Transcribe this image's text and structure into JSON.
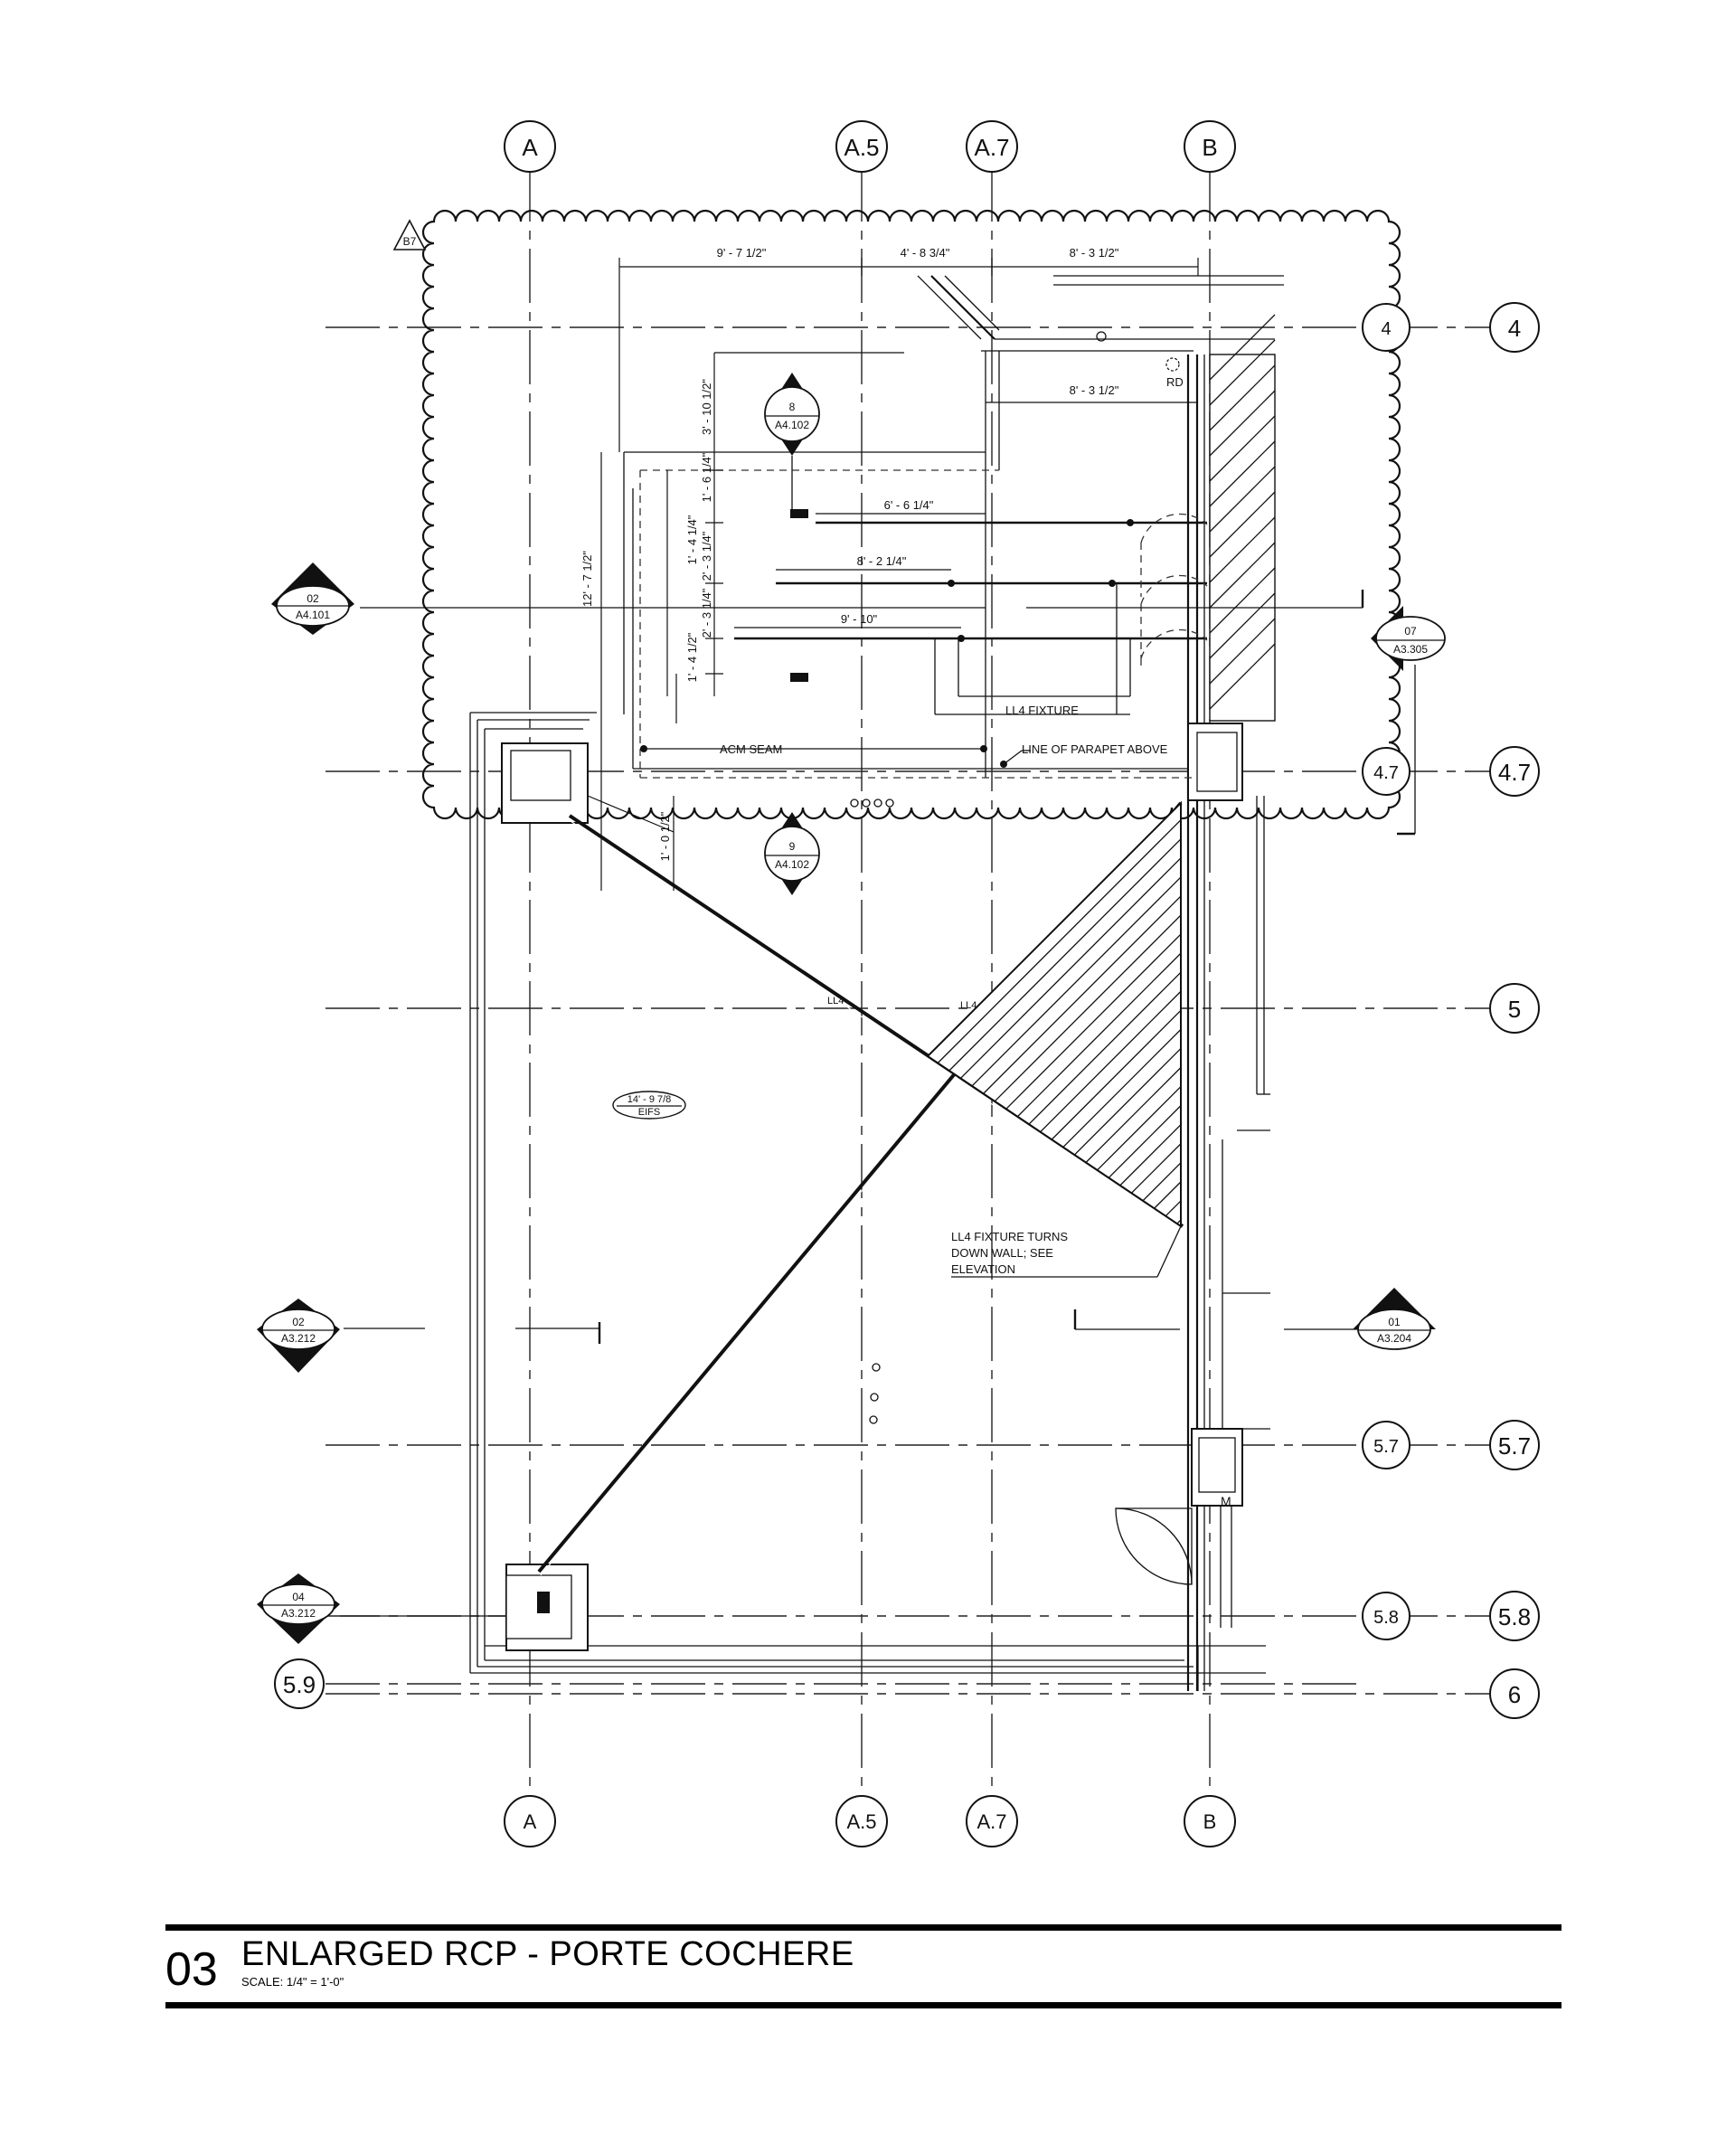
{
  "grid": {
    "columns": [
      "A",
      "A.5",
      "A.7",
      "B"
    ],
    "rows_right_outer": [
      "4",
      "4.7",
      "5",
      "5.7",
      "5.8",
      "6"
    ],
    "rows_right_inner": [
      "4",
      "4.7",
      "5.7",
      "5.8"
    ],
    "row_left": "5.9"
  },
  "revision_tag": "B7",
  "dimensions": {
    "top": [
      "9' - 7 1/2\"",
      "4' - 8 3/4\"",
      "8' - 3 1/2\""
    ],
    "second": "8' - 3 1/2\"",
    "vertical_left": "12' - 7 1/2\"",
    "vertical_stack": [
      "3' - 10 1/2\"",
      "1' - 6 1/4\"",
      "1' - 4 1/4\"",
      "2' - 3 1/4\"",
      "2' - 3 1/4\"",
      "1' - 4 1/2\""
    ],
    "fixtures": [
      "6' - 6 1/4\"",
      "8' - 2 1/4\"",
      "9' - 10\""
    ],
    "small": "1' - 0 1/2\""
  },
  "callouts": {
    "sec_8": {
      "num": "8",
      "sheet": "A4.102"
    },
    "sec_9": {
      "num": "9",
      "sheet": "A4.102"
    },
    "sec_02_a4101": {
      "num": "02",
      "sheet": "A4.101"
    },
    "sec_07": {
      "num": "07",
      "sheet": "A3.305"
    },
    "sec_02_a3212": {
      "num": "02",
      "sheet": "A3.212"
    },
    "sec_01": {
      "num": "01",
      "sheet": "A3.204"
    },
    "sec_04": {
      "num": "04",
      "sheet": "A3.212"
    }
  },
  "notes": {
    "rd": "RD",
    "ll4_fixture": "LL4 FIXTURE",
    "acm_seam": "ACM SEAM",
    "parapet": "LINE OF PARAPET ABOVE",
    "ll4_a": "LL4",
    "ll4_b": "LL4",
    "turns_1": "LL4 FIXTURE TURNS",
    "turns_2": "DOWN WALL; SEE",
    "turns_3": "ELEVATION",
    "ceiling_height": "14' - 9 7/8",
    "ceiling_material": "EIFS",
    "m": "M"
  },
  "title": {
    "number": "03",
    "name": "ENLARGED RCP - PORTE COCHERE",
    "scale": "SCALE:   1/4\" = 1'-0\""
  }
}
